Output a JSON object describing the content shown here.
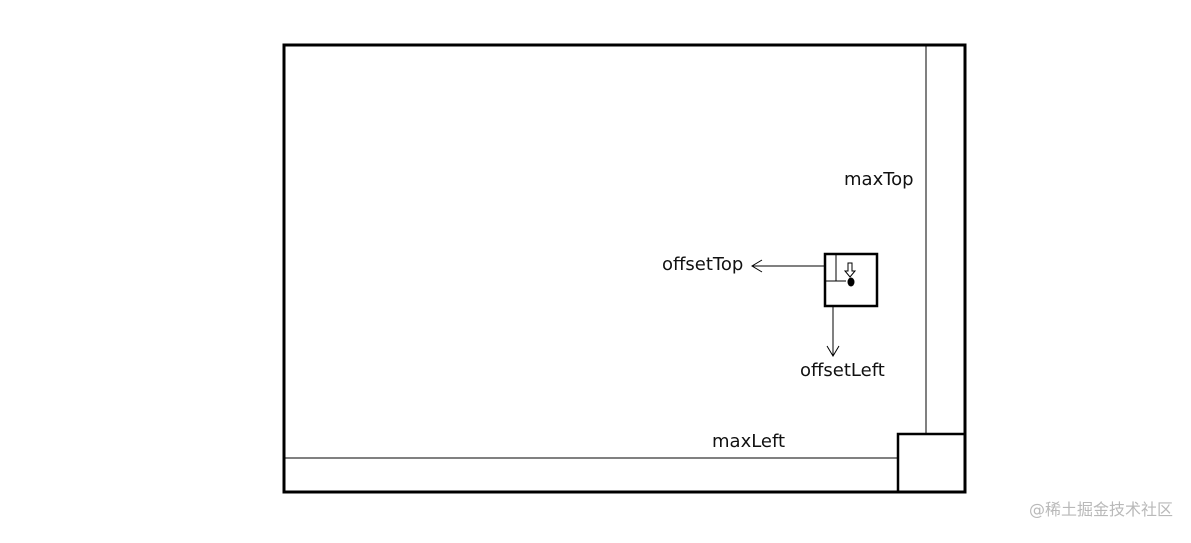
{
  "labels": {
    "max_top": "maxTop",
    "offset_top": "offsetTop",
    "offset_left": "offsetLeft",
    "max_left": "maxLeft"
  },
  "watermark": "@稀土掘金技术社区",
  "colors": {
    "stroke": "#000000",
    "background": "#ffffff",
    "watermark": "#b9b9b9"
  }
}
